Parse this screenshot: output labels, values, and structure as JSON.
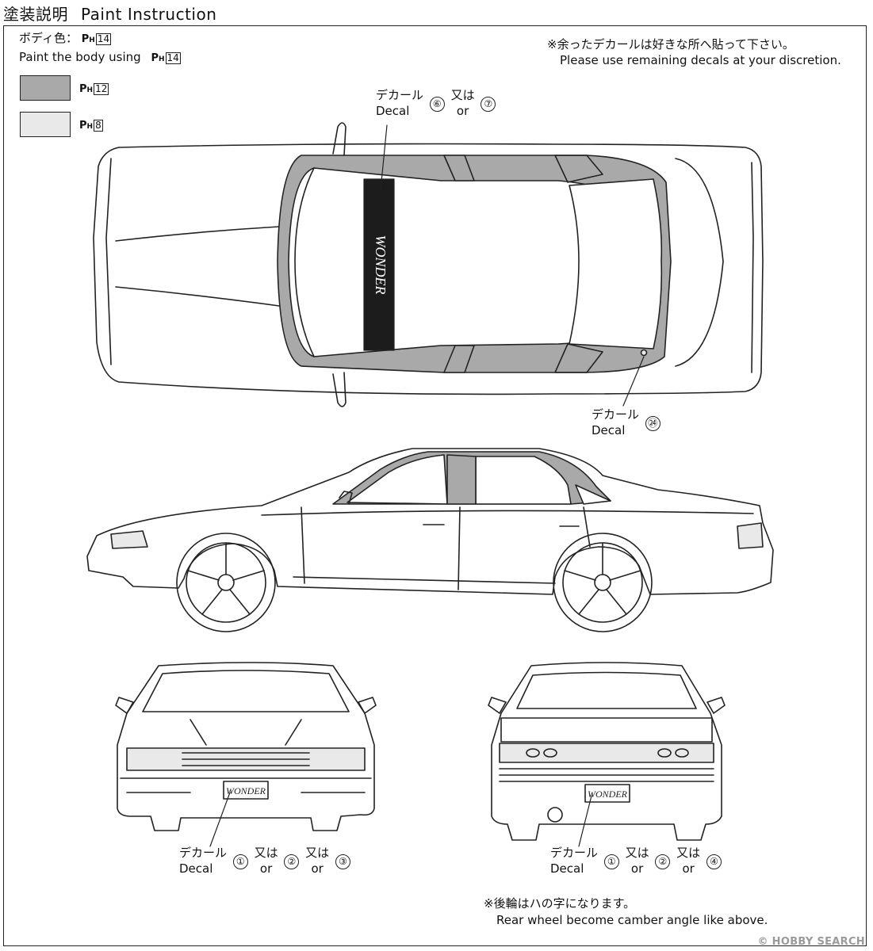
{
  "header": {
    "title_jp": "塗装説明",
    "title_en": "Paint Instruction"
  },
  "body_color": {
    "label_jp": "ボディ色：",
    "label_en": "Paint the body using",
    "paint_prefix": "P",
    "paint_sub": "H",
    "paint_number": "14"
  },
  "swatches": [
    {
      "prefix": "P",
      "sub": "H",
      "number": "12",
      "color": "#a9a9a9"
    },
    {
      "prefix": "P",
      "sub": "H",
      "number": "8",
      "color": "#e9e9e9"
    }
  ],
  "note_top": {
    "jp": "※余ったデカールは好きな所へ貼って下さい。",
    "en": "Please use remaining decals at your discretion."
  },
  "callouts": {
    "top_windshield": {
      "jp": "デカール",
      "en": "Decal",
      "first": "⑥",
      "or_jp": "又は",
      "or_en": "or",
      "second": "⑦"
    },
    "top_rear": {
      "jp": "デカール",
      "en": "Decal",
      "number": "㉔"
    },
    "front": {
      "jp": "デカール",
      "en": "Decal",
      "n1": "①",
      "n2": "②",
      "n3": "③",
      "or_jp": "又は",
      "or_en": "or"
    },
    "rear": {
      "jp": "デカール",
      "en": "Decal",
      "n1": "①",
      "n2": "②",
      "n3": "④",
      "or_jp": "又は",
      "or_en": "or"
    }
  },
  "banner_text": "WONDER",
  "plate_text": "WONDER",
  "note_bottom": {
    "jp": "※後輪はハの字になります。",
    "en": "Rear wheel become camber angle like above."
  },
  "watermark": "© HOBBY SEARCH",
  "colors": {
    "line": "#222222",
    "gray_paint": "#a9a9a9",
    "light_paint": "#e9e9e9",
    "black_paint": "#1c1c1c"
  }
}
